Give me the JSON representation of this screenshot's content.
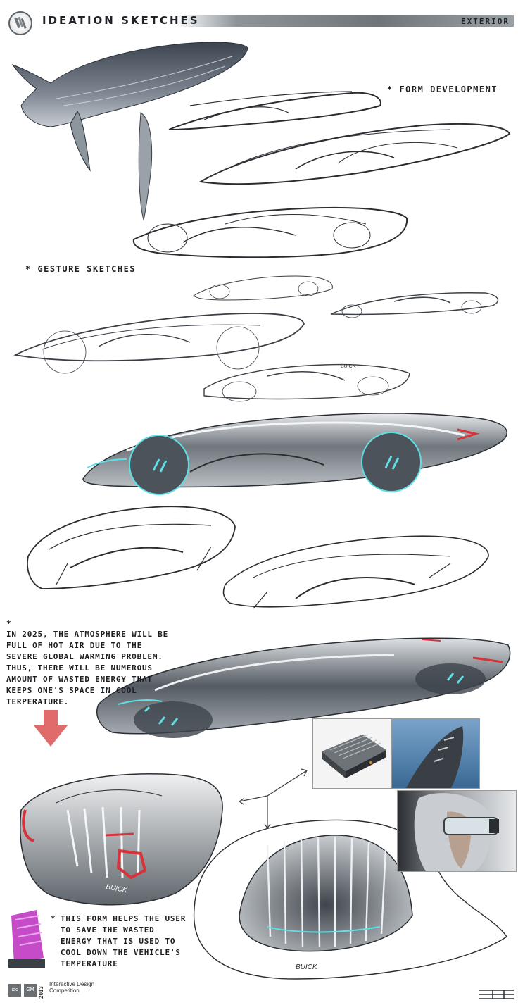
{
  "header": {
    "title": "IDEATION SKETCHES",
    "section": "EXTERIOR",
    "logo_icon": "buick-shield-logo"
  },
  "labels": {
    "form_development": "* FORM DEVELOPMENT",
    "gesture_sketches": "* GESTURE SKETCHES"
  },
  "notes": {
    "atmosphere_asterisk": "*",
    "atmosphere": "IN 2025, THE ATMOSPHERE WILL BE FULL OF HOT AIR DUE TO THE SEVERE GLOBAL WARMING PROBLEM. THUS, THERE WILL BE NUMEROUS AMOUNT OF WASTED ENERGY THAT KEEPS ONE'S SPACE IN COOL TERPERATURE.",
    "form_helps_asterisk": "*",
    "form_helps": "THIS FORM HELPS THE USER TO SAVE THE WASTED ENERGY THAT IS USED TO COOL DOWN THE VEHICLE'S TEMPERATURE"
  },
  "sketch_text": {
    "buick_rear_a": "BUICK",
    "buick_rear_b": "BUICK",
    "buick_side": "BUICK"
  },
  "footer": {
    "badge_left": "idc",
    "badge_right": "GM",
    "year": "2013",
    "competition": "Interactive Design Competition"
  },
  "colors": {
    "accent_red": "#d8333a",
    "accent_cyan": "#5fe0e6",
    "sketch_ink": "#2a2e33",
    "body_grey": "#6f767c",
    "arrow_red": "#e06b6b",
    "heatsink_pink": "#c64bc8"
  }
}
